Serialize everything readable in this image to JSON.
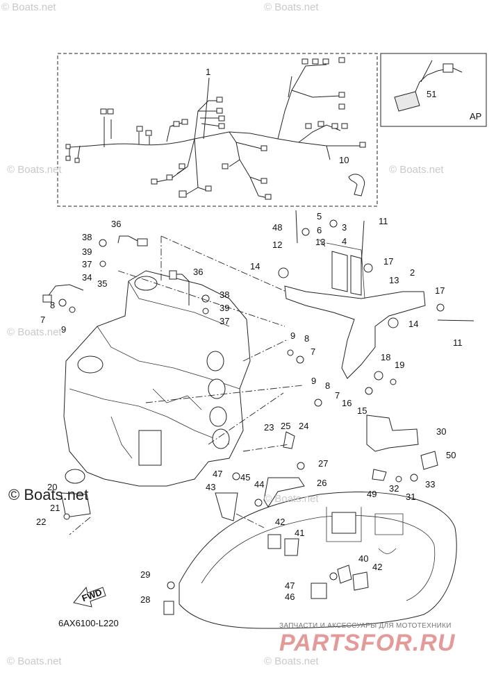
{
  "watermark_text": "© Boats.net",
  "watermark_dark_text": "© Boats.net",
  "diagram_code": "6AX6100-L220",
  "ap_label": "AP",
  "fwd_label": "FWD",
  "brand": {
    "tagline": "ЗАПЧАСТИ И АКСЕССУАРЫ ДЛЯ МОТОТЕХНИКИ",
    "name": "PARTSFOR.RU"
  },
  "callouts": [
    "1",
    "2",
    "3",
    "4",
    "5",
    "6",
    "7",
    "8",
    "9",
    "10",
    "11",
    "12",
    "13",
    "14",
    "15",
    "16",
    "17",
    "18",
    "19",
    "20",
    "21",
    "22",
    "23",
    "24",
    "25",
    "26",
    "27",
    "28",
    "29",
    "30",
    "31",
    "32",
    "33",
    "34",
    "35",
    "36",
    "37",
    "38",
    "39",
    "40",
    "41",
    "42",
    "43",
    "44",
    "45",
    "46",
    "47",
    "48",
    "49",
    "50",
    "51"
  ],
  "colors": {
    "line": "#222222",
    "watermark": "#c9c9c9",
    "brand": "#e59a9a"
  }
}
